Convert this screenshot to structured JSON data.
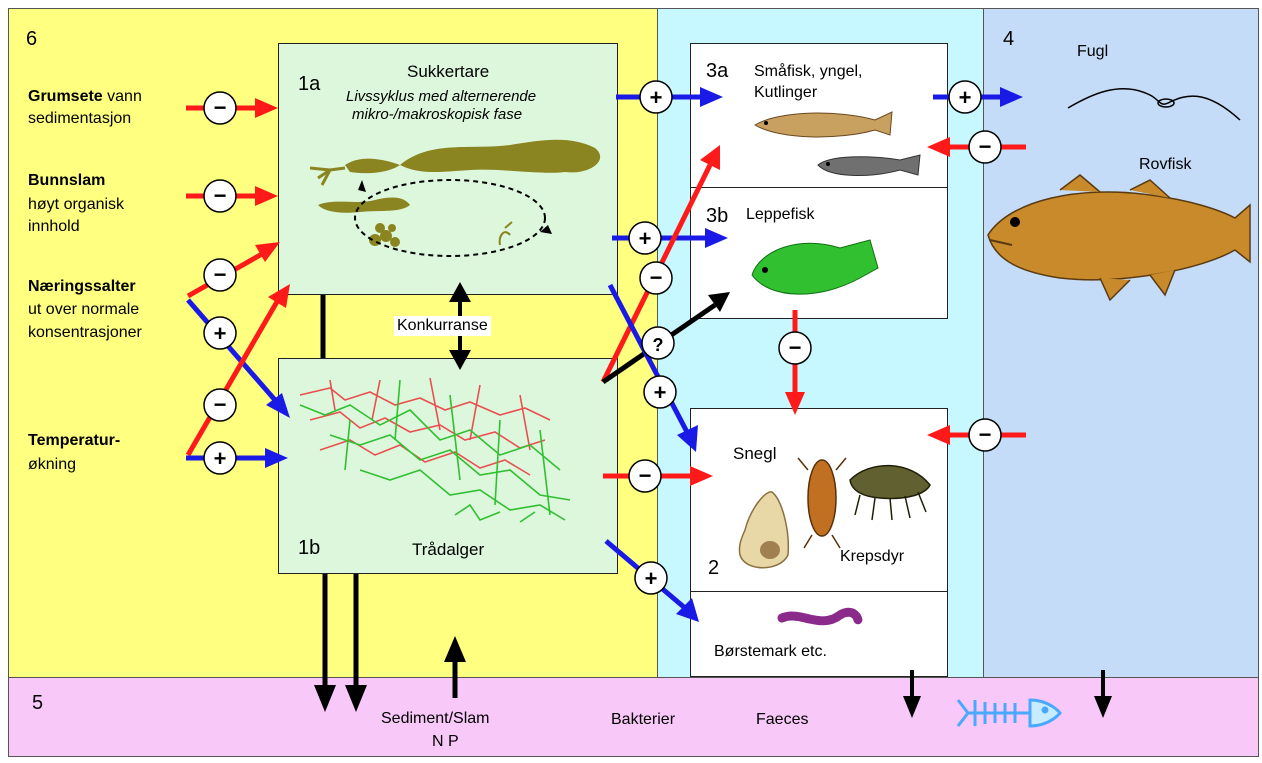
{
  "zones": {
    "z6": {
      "number": "6"
    },
    "z4": {
      "number": "4"
    },
    "z5": {
      "number": "5"
    }
  },
  "box1a": {
    "number": "1a",
    "title": "Sukkertare",
    "subtitle1": "Livssyklus med alternerende",
    "subtitle2": "mikro-/makroskopisk fase"
  },
  "box1b": {
    "number": "1b",
    "title": "Trådalger"
  },
  "box3a": {
    "number": "3a",
    "line1": "Småfisk, yngel,",
    "line2": "Kutlinger"
  },
  "box3b": {
    "number": "3b",
    "title": "Leppefisk"
  },
  "box2": {
    "number": "2",
    "snail": "Snegl",
    "crustacean": "Krepsdyr",
    "worm": "Børstemark etc."
  },
  "competition": "Konkurranse",
  "left_factors": {
    "f1_bold": "Grumsete",
    "f1_rest": " vann",
    "f1_line2": "sedimentasjon",
    "f2_bold": "Bunnslam",
    "f2_line2": "høyt organisk",
    "f2_line3": "innhold",
    "f3_bold": "Næringssalter",
    "f3_line2": "ut over normale",
    "f3_line3": "konsentrasjoner",
    "f4_bold": "Temperatur-",
    "f4_line2": "økning"
  },
  "right": {
    "bird": "Fugl",
    "predator": "Rovfisk"
  },
  "bottom": {
    "sediment": "Sediment/Slam",
    "np": "N P",
    "bacteria": "Bakterier",
    "faeces": "Faeces"
  },
  "signs": {
    "plus": "+",
    "minus": "−",
    "question": "?"
  },
  "colors": {
    "yellow": "#ffff80",
    "cyan": "#c8f8ff",
    "blue": "#c4dcf8",
    "pink": "#f8c8f8",
    "green_box": "#ddf7dd",
    "red": "#ff1a1a",
    "blue_arrow": "#1a1ae6",
    "black": "#000000"
  },
  "icons": [
    "kelp-icon",
    "filament-algae-icon",
    "small-fish-icon",
    "goby-icon",
    "wrasse-icon",
    "bird-icon",
    "cod-icon",
    "snail-icon",
    "isopod-icon",
    "amphipod-icon",
    "polychaete-icon",
    "fish-skeleton-icon"
  ]
}
